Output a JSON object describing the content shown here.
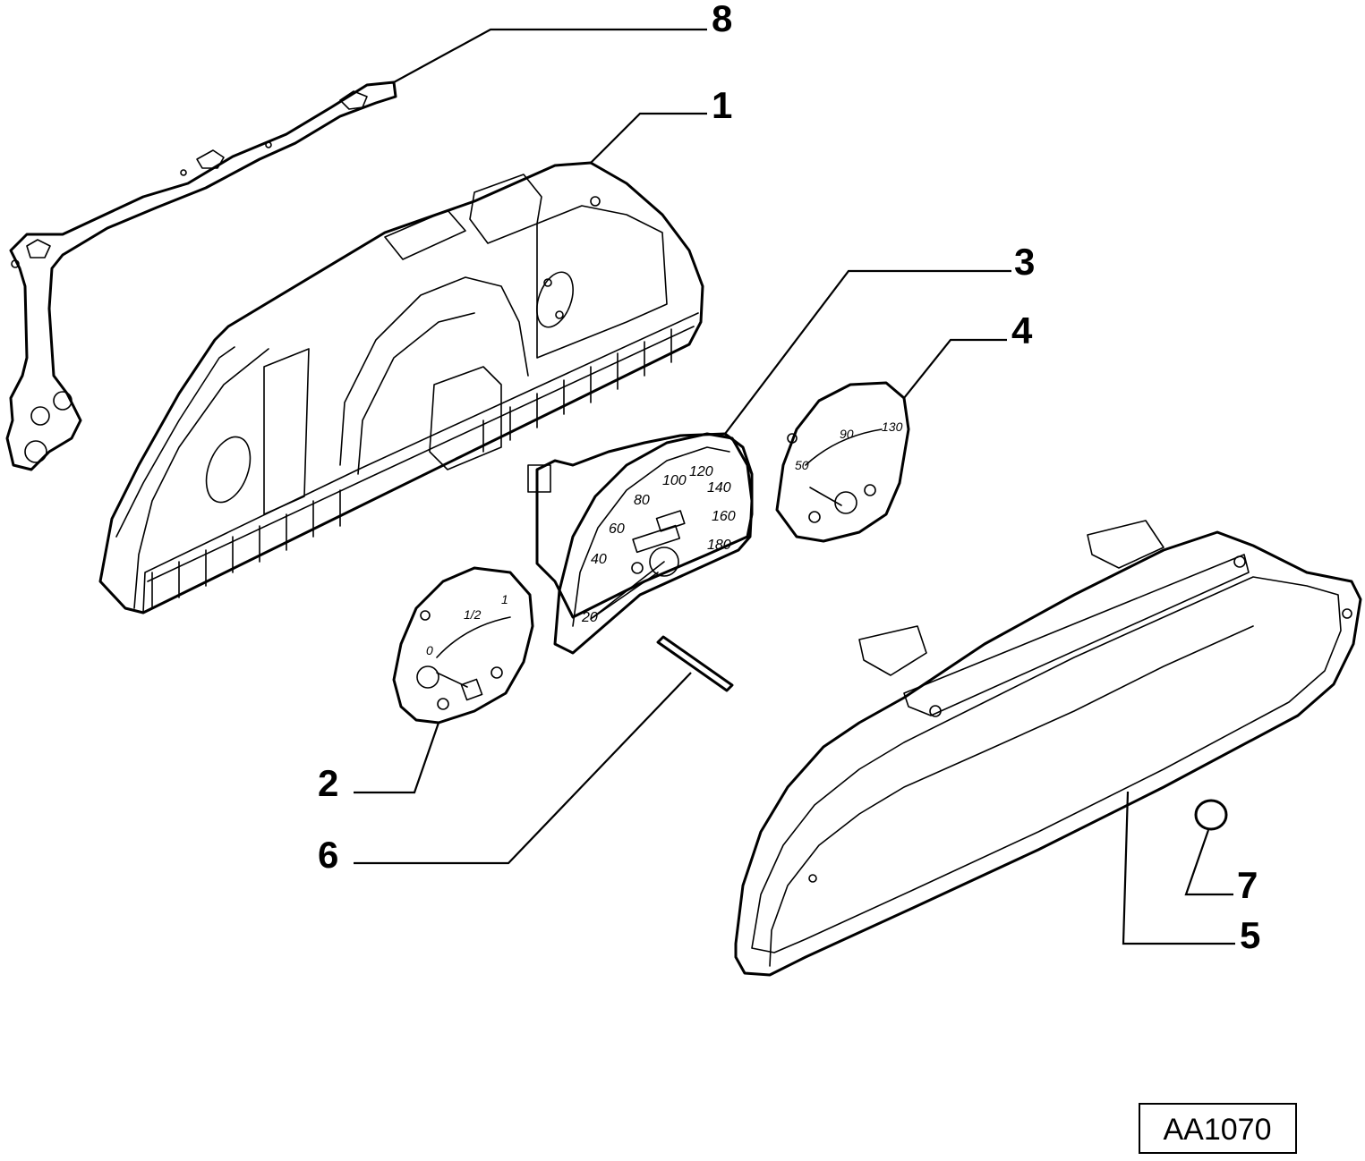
{
  "callouts": [
    "8",
    "1",
    "3",
    "4",
    "2",
    "6",
    "7",
    "5"
  ],
  "reference_code": "AA1070",
  "speedometer_scale": [
    "20",
    "40",
    "60",
    "80",
    "100",
    "120",
    "140",
    "160",
    "180"
  ],
  "right_gauge_scale": [
    "50",
    "90",
    "130"
  ],
  "left_gauge_labels": [
    "0",
    "1/2",
    "1"
  ]
}
